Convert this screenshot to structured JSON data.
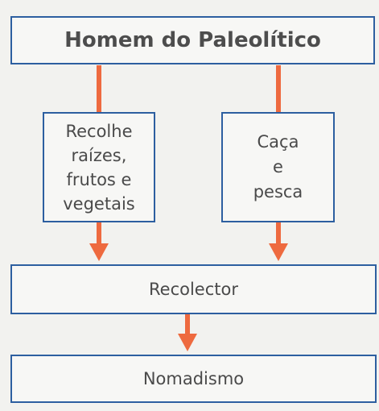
{
  "diagram": {
    "title": "Homem do Paleolítico",
    "left_box": "Recolhe\nraízes,\nfrutos e\nvegetais",
    "right_box": "Caça\ne\npesca",
    "middle_box": "Recolector",
    "bottom_box": "Nomadismo"
  },
  "colors": {
    "box_border": "#2d5fa0",
    "arrow": "#ee6a3f"
  }
}
